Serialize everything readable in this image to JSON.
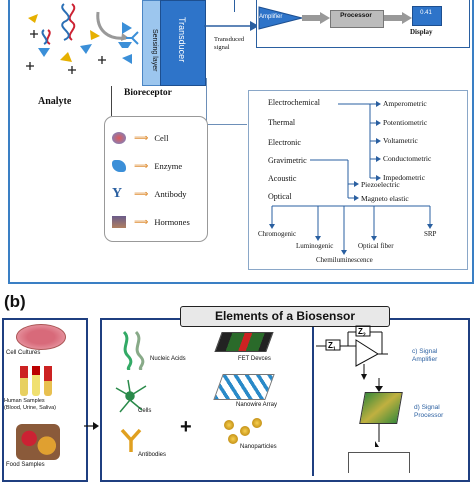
{
  "panel_a": {
    "analyte_label": "Analyte",
    "sensing_layer_label": "Sensing layer",
    "transducer_label": "Transducer",
    "transduced_signal_label": "Transduced\nsignal",
    "bioreceptor_label": "Bioreceptor",
    "amplifier_label": "Amplifier",
    "processor_label": "Processor",
    "display_label": "Display",
    "display_value": "0.41",
    "bioreceptor_items": [
      "Cell",
      "Enzyme",
      "Antibody",
      "Hormones"
    ],
    "transducer_types": [
      "Electrochemical",
      "Thermal",
      "Electronic",
      "Gravimetric",
      "Acoustic",
      "Optical"
    ],
    "electrochemical_subtypes": [
      "Amperometric",
      "Potentiometric",
      "Voltametric",
      "Conductometric",
      "Impedometric"
    ],
    "gravimetric_subtypes": [
      "Piezoelectric",
      "Magneto elastic"
    ],
    "optical_subtypes": [
      "Chromogenic",
      "Luminogenic",
      "Optical fiber",
      "SRP",
      "Chemiluminescence"
    ]
  },
  "panel_b": {
    "label": "(b)",
    "title": "Elements of a Biosensor",
    "samples": [
      "Cell Cultures",
      "Human Samples\n(Blood, Urine, Saliva)",
      "Food Samples"
    ],
    "receptors": [
      "Nucleic Acids",
      "Cells",
      "Antibodies"
    ],
    "plus_sign": "+",
    "transducers": [
      "FET Devces",
      "Nanowire Array",
      "Nanoparticles"
    ],
    "signal_amplifier": "c) Signal\nAmplifier",
    "signal_processor": "d) Signal\nProcessor",
    "z1": "Z",
    "z1_sub": "1",
    "z2": "Z",
    "z2_sub": "2"
  },
  "colors": {
    "frame_blue": "#3a7fc4",
    "dark_blue": "#1f3f80",
    "transducer_blue": "#2e74c9",
    "arrow_orange": "#d97a10"
  }
}
